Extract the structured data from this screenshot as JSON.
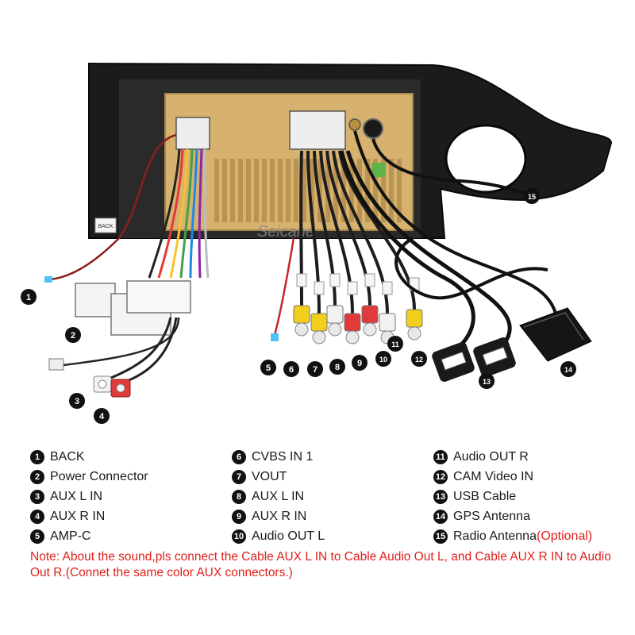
{
  "diagram": {
    "brand_watermark": "Seicane",
    "harness_tag": "BACK",
    "items": [
      {
        "number": "1",
        "label": "BACK"
      },
      {
        "number": "2",
        "label": "Power Connector"
      },
      {
        "number": "3",
        "label": "AUX L IN"
      },
      {
        "number": "4",
        "label": "AUX R IN"
      },
      {
        "number": "5",
        "label": "AMP-C"
      },
      {
        "number": "6",
        "label": "CVBS IN 1"
      },
      {
        "number": "7",
        "label": "VOUT"
      },
      {
        "number": "8",
        "label": "AUX L IN"
      },
      {
        "number": "9",
        "label": "AUX R IN"
      },
      {
        "number": "10",
        "label": "Audio OUT L"
      },
      {
        "number": "11",
        "label": "Audio OUT R"
      },
      {
        "number": "12",
        "label": "CAM Video IN"
      },
      {
        "number": "13",
        "label": "USB Cable"
      },
      {
        "number": "14",
        "label": "GPS Antenna"
      },
      {
        "number": "15",
        "label": "Radio Antenna",
        "suffix": "(Optional)"
      }
    ],
    "note": "Note: About the sound,pls connect the Cable AUX L IN to Cable Audio Out L, and Cable AUX R IN to  Audio Out R.(Connet the same color AUX connectors.)"
  },
  "colors": {
    "bezel": "#1b1b1b",
    "unit_gold": "#d6b26e",
    "rca_yellow": "#f2cf1d",
    "rca_red": "#e03a3a",
    "rca_white": "#f2f2f2",
    "note_red": "#e0201c"
  }
}
